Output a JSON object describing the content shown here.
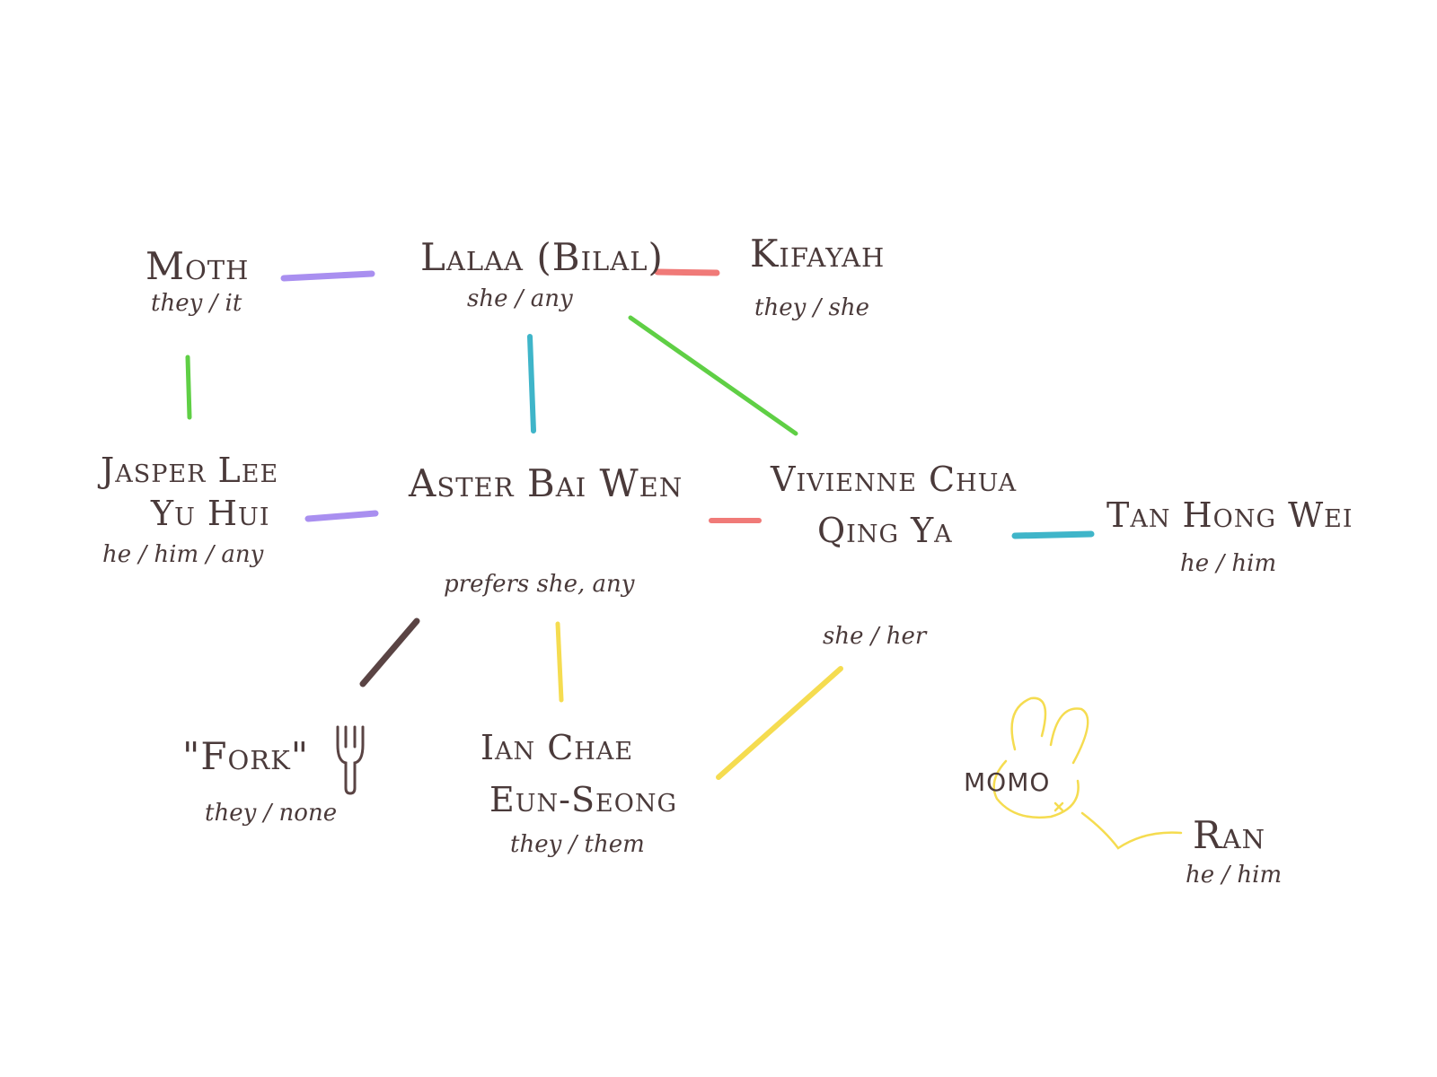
{
  "colors": {
    "ink": "#4a3a3a",
    "purple": "#a98ff0",
    "red": "#f07a78",
    "green": "#5fcf45",
    "teal": "#3fb5c9",
    "yellow": "#f5dc50",
    "brown": "#5a4444"
  },
  "people": {
    "moth": {
      "name": "Moth",
      "pronouns": "they / it"
    },
    "lalaa": {
      "name": "Lalaa (Bilal)",
      "pronouns": "she / any"
    },
    "kifayah": {
      "name": "Kifayah",
      "pronouns": "they / she"
    },
    "jasper": {
      "name_line1": "Jasper Lee",
      "name_line2": "Yu Hui",
      "pronouns": "he / him / any"
    },
    "aster": {
      "name": "Aster Bai Wen",
      "pronouns": "prefers she, any"
    },
    "vivienne": {
      "name_line1": "Vivienne Chua",
      "name_line2": "Qing Ya",
      "pronouns": "she / her"
    },
    "tan": {
      "name": "Tan Hong Wei",
      "pronouns": "he / him"
    },
    "fork": {
      "name": "\"Fork\"",
      "pronouns": "they / none"
    },
    "ian": {
      "name_line1": "Ian Chae",
      "name_line2": "Eun-Seong",
      "pronouns": "they / them"
    },
    "momo": {
      "name": "MOMO"
    },
    "ran": {
      "name": "Ran",
      "pronouns": "he / him"
    }
  },
  "links": [
    {
      "from": "moth",
      "to": "lalaa",
      "color": "purple"
    },
    {
      "from": "lalaa",
      "to": "kifayah",
      "color": "red"
    },
    {
      "from": "moth",
      "to": "jasper",
      "color": "green"
    },
    {
      "from": "lalaa",
      "to": "aster",
      "color": "teal"
    },
    {
      "from": "lalaa",
      "to": "vivienne",
      "color": "green"
    },
    {
      "from": "jasper",
      "to": "aster",
      "color": "purple"
    },
    {
      "from": "aster",
      "to": "vivienne",
      "color": "red"
    },
    {
      "from": "vivienne",
      "to": "tan",
      "color": "teal"
    },
    {
      "from": "aster",
      "to": "fork",
      "color": "brown"
    },
    {
      "from": "aster",
      "to": "ian",
      "color": "yellow"
    },
    {
      "from": "vivienne",
      "to": "ian",
      "color": "yellow"
    },
    {
      "from": "momo",
      "to": "ran",
      "color": "yellow"
    }
  ]
}
